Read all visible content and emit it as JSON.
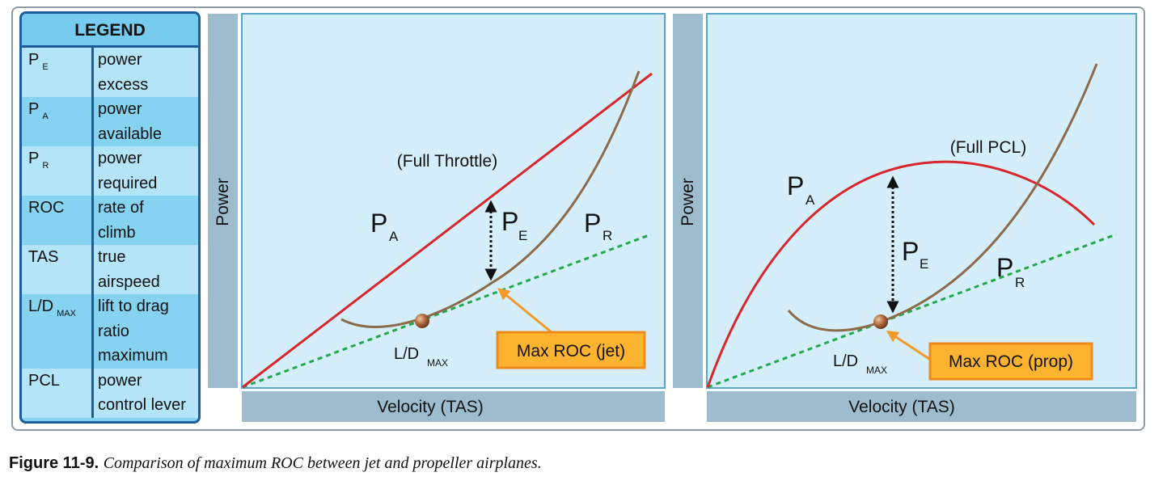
{
  "legend": {
    "title": "LEGEND",
    "rows": [
      {
        "sym": "P",
        "sub": "E",
        "def1": "power",
        "def2": "excess"
      },
      {
        "sym": "P",
        "sub": "A",
        "def1": "power",
        "def2": "available"
      },
      {
        "sym": "P",
        "sub": "R",
        "def1": "power",
        "def2": "required"
      },
      {
        "sym": "ROC",
        "sub": "",
        "def1": "rate of",
        "def2": "climb"
      },
      {
        "sym": "TAS",
        "sub": "",
        "def1": "true",
        "def2": "airspeed"
      },
      {
        "sym": "L/D",
        "sub": "MAX",
        "def1": "lift to drag",
        "def2": "ratio",
        "def3": "maximum"
      },
      {
        "sym": "PCL",
        "sub": "",
        "def1": "power",
        "def2": "control lever"
      }
    ]
  },
  "jet": {
    "ylabel": "Power",
    "xlabel": "Velocity (TAS)",
    "pa_label": "P",
    "pa_sub": "A",
    "pe_label": "P",
    "pe_sub": "E",
    "pr_label": "P",
    "pr_sub": "R",
    "throttle_label": "(Full Throttle)",
    "ld_label": "L/D",
    "ld_sub": "MAX",
    "callout": "Max ROC (jet)"
  },
  "prop": {
    "ylabel": "Power",
    "xlabel": "Velocity (TAS)",
    "pa_label": "P",
    "pa_sub": "A",
    "pe_label": "P",
    "pe_sub": "E",
    "pr_label": "P",
    "pr_sub": "R",
    "pcl_label": "(Full PCL)",
    "ld_label": "L/D",
    "ld_sub": "MAX",
    "callout": "Max ROC (prop)"
  },
  "colors": {
    "panel_bg": "#d4effb",
    "panel_border": "#5aa4c6",
    "axis_band": "#9dbdcf",
    "power_available": "#d8262c",
    "power_required": "#8c6a4a",
    "tangent": "#22a84a",
    "callout_bg": "#fcb330",
    "callout_arrow": "#f39a2a"
  },
  "caption": {
    "label": "Figure 11-9.",
    "text": "Comparison of maximum ROC between jet and propeller airplanes."
  }
}
